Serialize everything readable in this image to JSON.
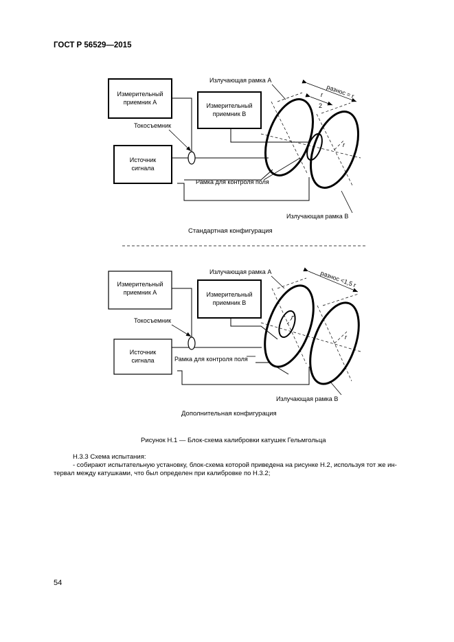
{
  "header": {
    "standard": "ГОСТ Р 56529—2015"
  },
  "figure1": {
    "receiver_a": [
      "Измерительный",
      "приемник А"
    ],
    "receiver_b": [
      "Измерительный",
      "приемник В"
    ],
    "current_probe": "Токосъемник",
    "signal_source": [
      "Источник",
      "сигнала"
    ],
    "field_loop": "Рамка для контроля поля",
    "radiating_a": "Излучающая рамка А",
    "radiating_b": "Излучающая рамка В",
    "spacing": "разнос = r",
    "r_half_num": "r",
    "r_half_den": "2",
    "radius": "r",
    "caption": "Стандартная конфигурация"
  },
  "figure2": {
    "receiver_a": [
      "Измерительный",
      "приемник А"
    ],
    "receiver_b": [
      "Измерительный",
      "приемник В"
    ],
    "current_probe": "Токосъемник",
    "signal_source": [
      "Источник",
      "сигнала"
    ],
    "field_loop": "Рамка для контроля поля",
    "radiating_a": "Излучающая рамка А",
    "radiating_b": "Излучающая рамка В",
    "spacing": "разнос <1,5 r",
    "radius_small": "r",
    "radius": "r",
    "caption": "Дополнительная конфигурация"
  },
  "figure_caption": "Рисунок Н.1 — Блок-схема калибровки катушек Гельмгольца",
  "body": {
    "heading": "Н.3.3 Схема испытания:",
    "line1": "- собирают испытательную установку, блок-схема которой приведена на рисунке Н.2, используя тот же ин-",
    "line2": "тервал между катушками, что был определен при калибровке по Н.3.2;"
  },
  "page_number": "54"
}
